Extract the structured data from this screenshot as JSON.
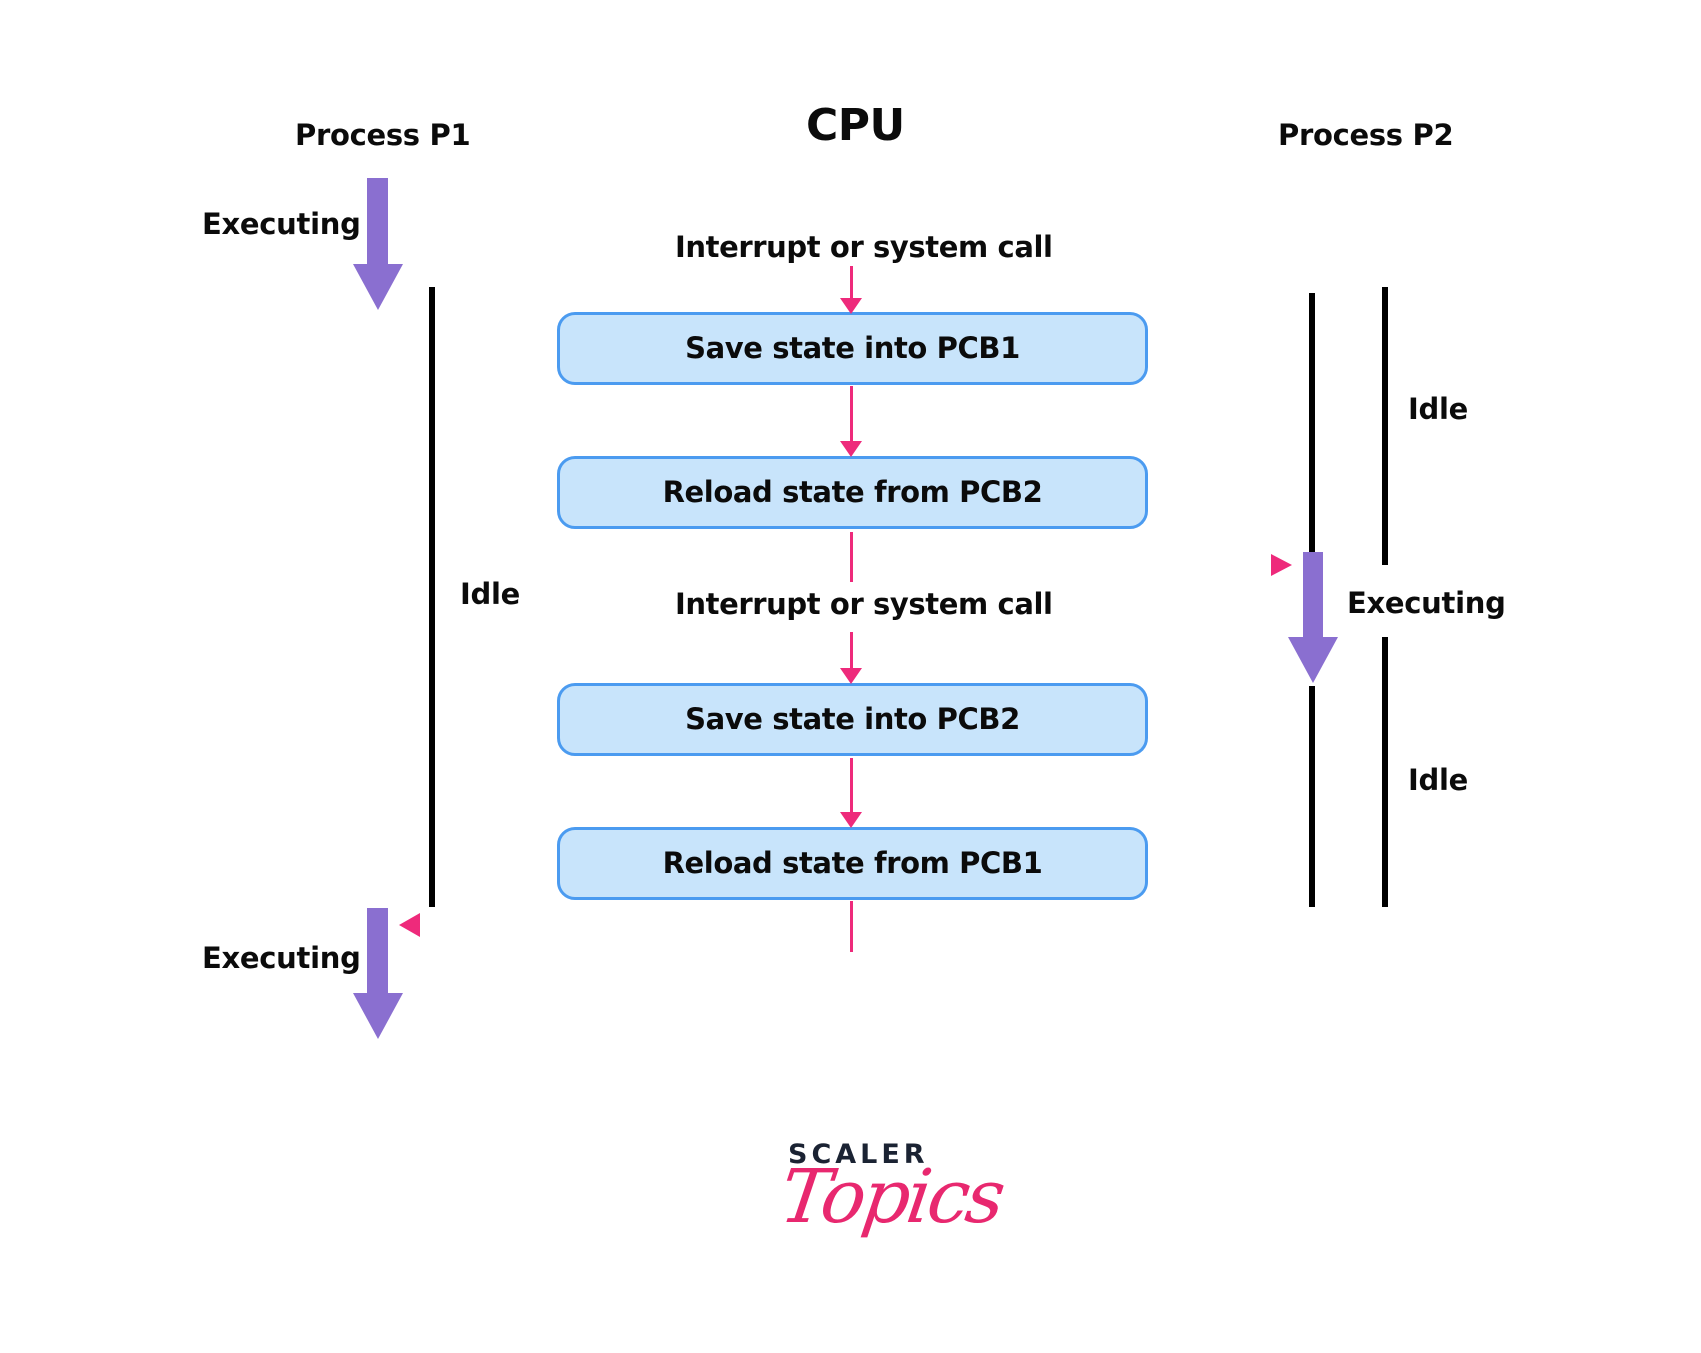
{
  "diagram": {
    "type": "context-switch-timeline",
    "columns": {
      "left": {
        "title": "Process P1"
      },
      "center": {
        "title": "CPU"
      },
      "right": {
        "title": "Process P2"
      }
    },
    "p1": {
      "state_top": "Executing",
      "state_middle": "Idle",
      "state_bottom": "Executing"
    },
    "p2": {
      "state_top": "Idle",
      "state_middle": "Executing",
      "state_bottom": "Idle"
    },
    "cpu_flow": [
      {
        "kind": "event",
        "label": "Interrupt or system call"
      },
      {
        "kind": "step",
        "label": "Save state into PCB1"
      },
      {
        "kind": "step",
        "label": "Reload state from PCB2"
      },
      {
        "kind": "event",
        "label": "Interrupt or system call"
      },
      {
        "kind": "step",
        "label": "Save state into PCB2"
      },
      {
        "kind": "step",
        "label": "Reload state from PCB1"
      }
    ],
    "colors": {
      "execution_arrow": "#8a6fd0",
      "flow_arrow": "#ee2a7b",
      "step_fill": "#c8e4fb",
      "step_border": "#4b9bf0",
      "idle_line": "#000000"
    }
  },
  "branding": {
    "logo_top": "SCALER",
    "logo_bottom": "Topics",
    "logo_top_color": "#1b2333",
    "logo_bottom_color": "#e8286f"
  }
}
